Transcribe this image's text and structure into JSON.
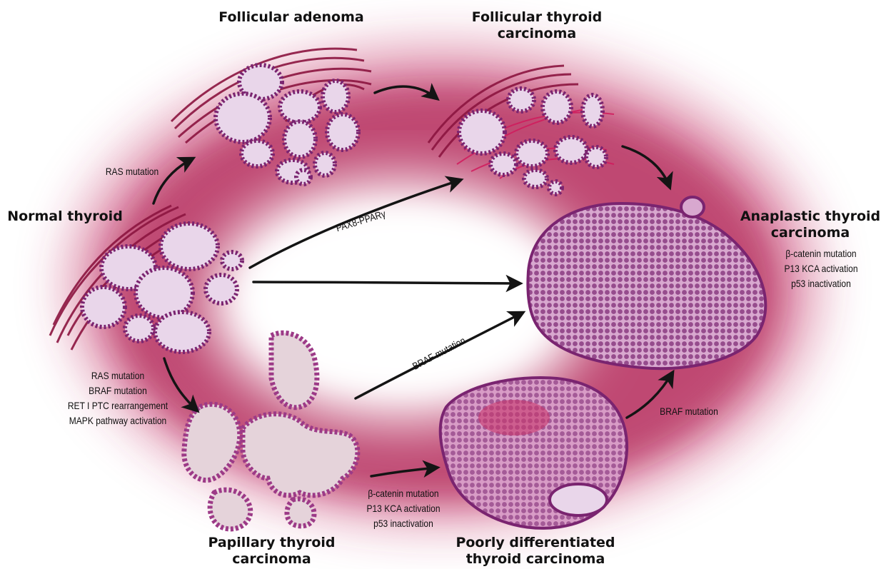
{
  "stages": {
    "normal": "Normal thyroid",
    "follicular_adenoma": "Follicular adenoma",
    "follicular_carcinoma": [
      "Follicular thyroid",
      "carcinoma"
    ],
    "anaplastic": [
      "Anaplastic thyroid",
      "carcinoma"
    ],
    "papillary": [
      "Papillary thyroid",
      "carcinoma"
    ],
    "poorly_differentiated": [
      "Poorly differentiated",
      "thyroid carcinoma"
    ]
  },
  "transitions": {
    "normal_to_adenoma": "RAS mutation",
    "normal_to_follicular_carcinoma": "PAX8-PPARγ",
    "papillary_to_anaplastic": "BRAF mutation",
    "poorly_to_anaplastic": "BRAF mutation",
    "normal_to_papillary": [
      "RAS mutation",
      "BRAF mutation",
      "RET I PTC rearrangement",
      "MAPK pathway activation"
    ],
    "papillary_to_poorly": [
      "β-catenin mutation",
      "P13 KCA activation",
      "p53 inactivation"
    ],
    "anaplastic_markers": [
      "β-catenin mutation",
      "P13 KCA activation",
      "p53 inactivation"
    ]
  },
  "colors": {
    "background_wash": "#b0174f",
    "fiber": "#8c1540",
    "cell_border": "#7a2470",
    "lumen": "#e9d6ea",
    "papillary_lumen": "#e5d3da",
    "arrow": "#141414"
  }
}
